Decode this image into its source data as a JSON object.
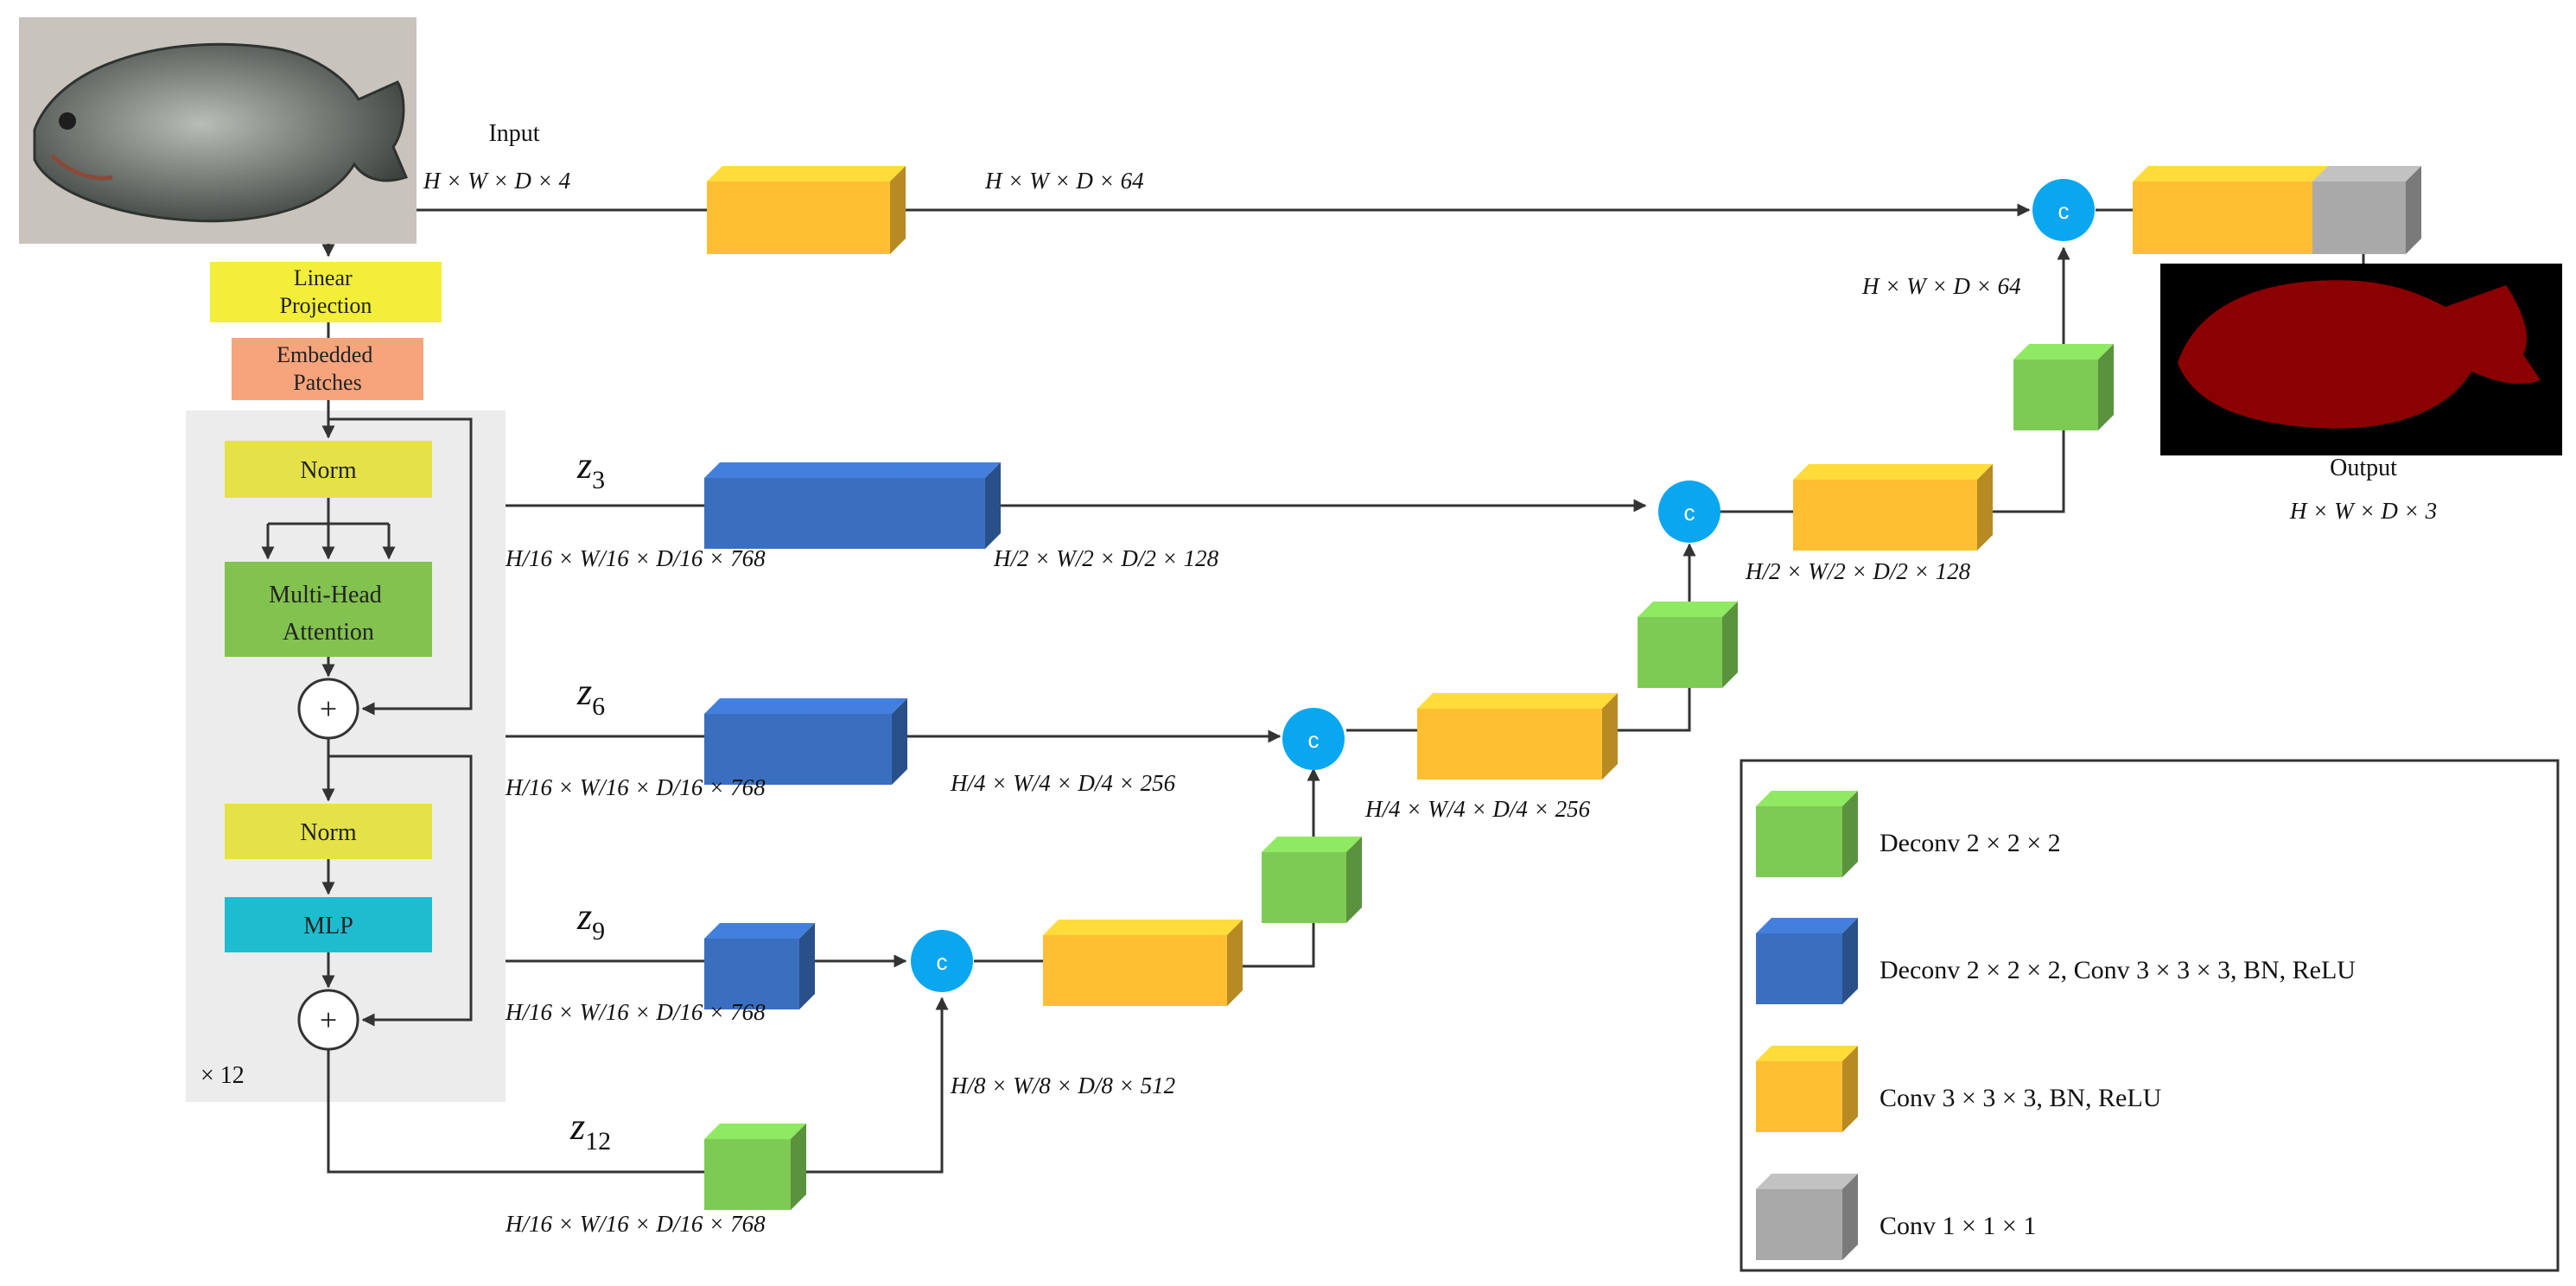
{
  "input": {
    "title": "Input",
    "dims": "H × W × D × 4"
  },
  "output": {
    "title": "Output",
    "dims": "H × W × D × 3"
  },
  "encoder": {
    "linear_projection": "Linear Projection",
    "embedded_patches": "Embedded Patches",
    "norm1": "Norm",
    "mha": "Multi-Head Attention",
    "norm2": "Norm",
    "mlp": "MLP",
    "plus": "+",
    "repeat": "× 12"
  },
  "skips": {
    "z3": {
      "name": "z",
      "sub": "3",
      "dims": "H/16 × W/16 × D/16 × 768"
    },
    "z6": {
      "name": "z",
      "sub": "6",
      "dims": "H/16 × W/16 × D/16 × 768"
    },
    "z9": {
      "name": "z",
      "sub": "9",
      "dims": "H/16 × W/16 × D/16 × 768"
    },
    "z12": {
      "name": "z",
      "sub": "12",
      "dims": "H/16 × W/16 × D/16 × 768"
    }
  },
  "features": {
    "top": "H × W × D × 64",
    "up64": "H × W × D × 64",
    "z3_out": "H/2 × W/2 × D/2 × 128",
    "c3_out": "H/2 × W/2 × D/2 × 128",
    "z6_out": "H/4 × W/4 × D/4 × 256",
    "c6_out": "H/4 × W/4 × D/4 × 256",
    "c9_in": "H/8 × W/8 × D/8 × 512"
  },
  "concat_label": "c",
  "legend": [
    {
      "color": "#7dcb55",
      "text": "Deconv 2 × 2 × 2"
    },
    {
      "color": "#3a6fc0",
      "text": "Deconv 2 × 2 × 2, Conv 3 × 3 × 3, BN, ReLU"
    },
    {
      "color": "#ffbf32",
      "text": "Conv 3 × 3 × 3, BN, ReLU"
    },
    {
      "color": "#a9a9a9",
      "text": "Conv 1 × 1 × 1"
    }
  ],
  "colors": {
    "green": "#7dcb55",
    "blue": "#3a6fc0",
    "yellow": "#ffbf32",
    "gray": "#a9a9a9",
    "concat": "#0aa6f0",
    "linear_projection_bg": "#f2ee3a",
    "embedded_bg": "#f7a47c",
    "norm_bg": "#e4e247",
    "mha_bg": "#82c24f",
    "mlp_bg": "#1fbcd0",
    "encoder_panel": "#ececec",
    "mask": "#8b0000"
  }
}
